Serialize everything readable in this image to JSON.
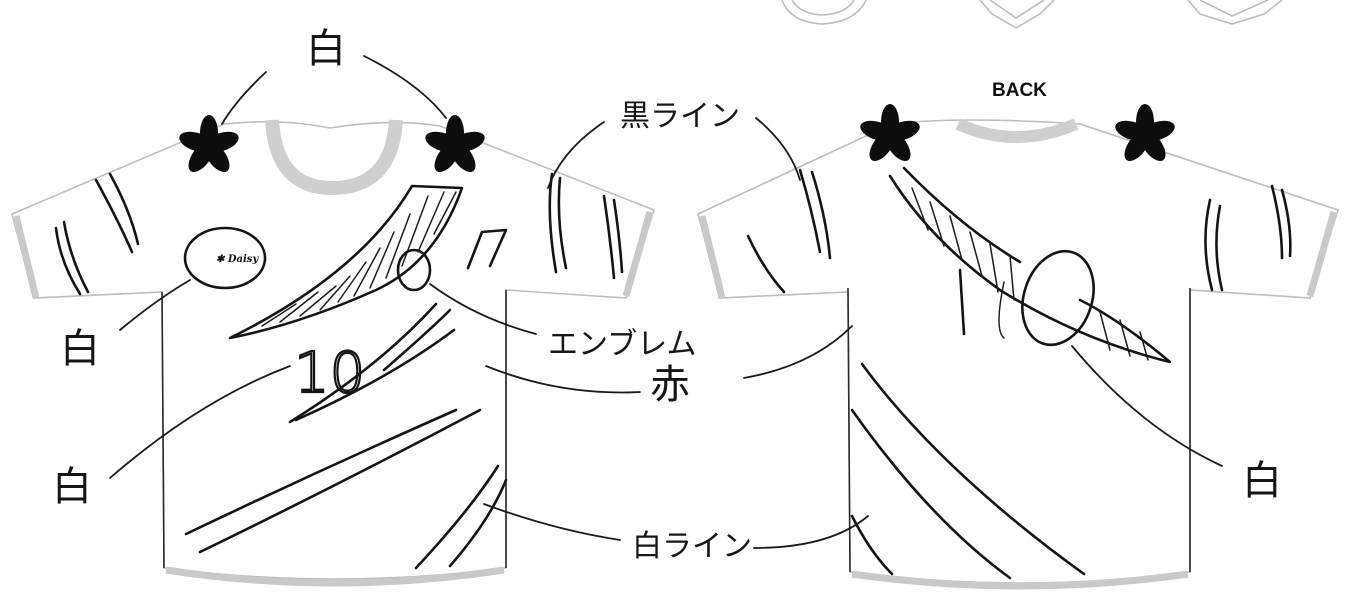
{
  "diagram": {
    "back_title": "BACK",
    "labels": {
      "white_top": "白",
      "black_line": "黒ライン",
      "white_logo": "白",
      "emblem": "エンブレム",
      "white_number": "白",
      "red": "赤",
      "white_line": "白ライン",
      "white_back_emblem": "白"
    },
    "front": {
      "logo_text": "✱ Daisy",
      "number": "10"
    },
    "colors": {
      "ink": "#141414",
      "outline_gray": "#bdbdbd",
      "collar_gray": "#c9c9c9"
    }
  }
}
